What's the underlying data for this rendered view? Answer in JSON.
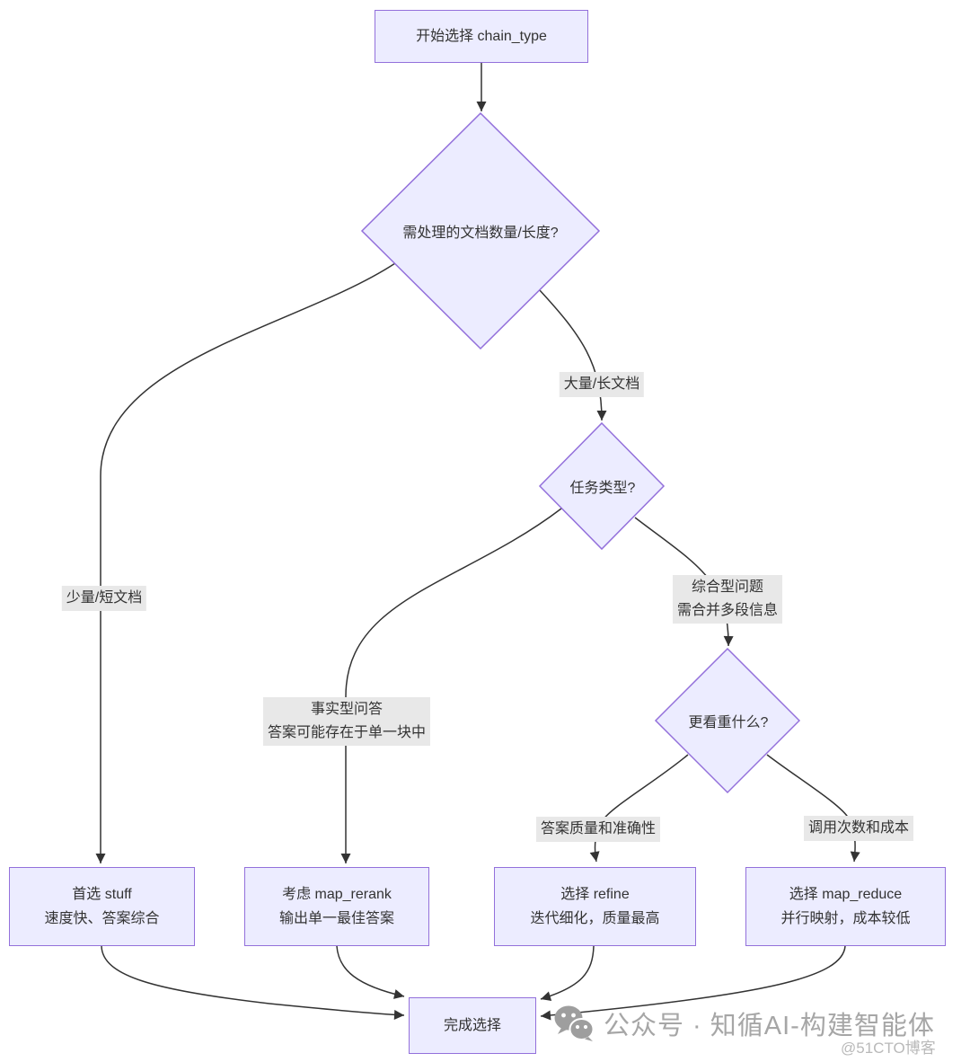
{
  "diagram": {
    "colors": {
      "node_fill": "#ECECFF",
      "node_border": "#9370DB",
      "edge_color": "#333333",
      "text_color": "#333333",
      "edge_label_bg": "#e8e8e8",
      "watermark": "#a6a6a6",
      "watermark_attr": "#b9b9b9"
    },
    "nodes": {
      "start": {
        "label": "开始选择 chain_type"
      },
      "decision_doc": {
        "label": "需处理的文档数量/长度?"
      },
      "decision_task": {
        "label": "任务类型?"
      },
      "decision_priority": {
        "label": "更看重什么?"
      },
      "stuff": {
        "line1": "首选 stuff",
        "line2": "速度快、答案综合"
      },
      "map_rerank": {
        "line1": "考虑 map_rerank",
        "line2": "输出单一最佳答案"
      },
      "refine": {
        "line1": "选择 refine",
        "line2": "迭代细化，质量最高"
      },
      "map_reduce": {
        "line1": "选择 map_reduce",
        "line2": "并行映射，成本较低"
      },
      "done": {
        "label": "完成选择"
      }
    },
    "edge_labels": {
      "few": "少量/短文档",
      "many": "大量/长文档",
      "factual_line1": "事实型问答",
      "factual_line2": "答案可能存在于单一块中",
      "synthesis_line1": "综合型问题",
      "synthesis_line2": "需合并多段信息",
      "quality": "答案质量和准确性",
      "cost": "调用次数和成本"
    }
  },
  "watermark": {
    "text": "公众号 · 知循AI-构建智能体",
    "attribution": "@51CTO博客"
  }
}
